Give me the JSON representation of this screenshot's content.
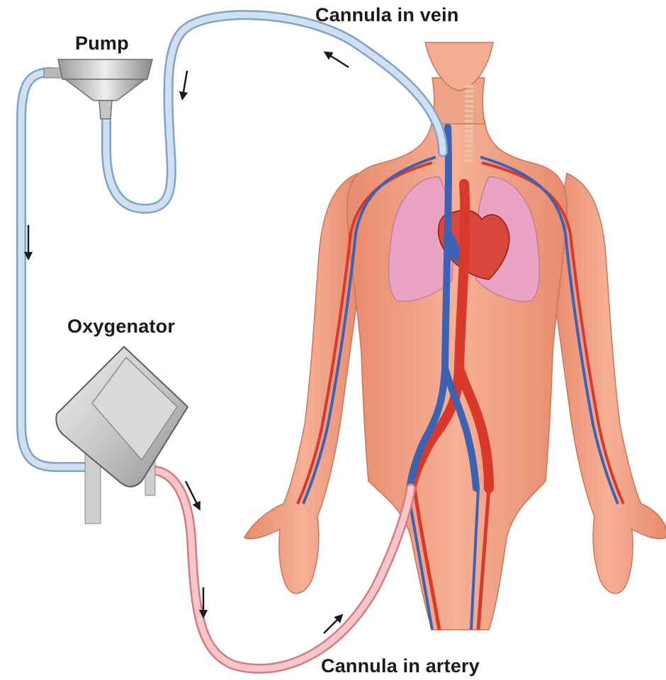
{
  "labels": {
    "cannula_vein": "Cannula in vein",
    "pump": "Pump",
    "oxygenator": "Oxygenator",
    "cannula_artery": "Cannula in artery"
  },
  "colors": {
    "venous_tube": "#b9d3ea",
    "venous_tube_edge": "#7ea3c7",
    "arterial_tube": "#f2b3b6",
    "arterial_tube_edge": "#d77a80",
    "skin": "#f2a384",
    "skin_shade": "#e08a6c",
    "artery": "#d8392b",
    "vein": "#3a62b5",
    "lung": "#e9a7c4",
    "device": "#c9c9c9"
  },
  "flow_arrows": [
    "venous-return-arrow",
    "venous-down-arrow",
    "venous-left-arrow",
    "oxygenated-out-arrow",
    "oxygenated-down-arrow",
    "arterial-return-arrow"
  ]
}
